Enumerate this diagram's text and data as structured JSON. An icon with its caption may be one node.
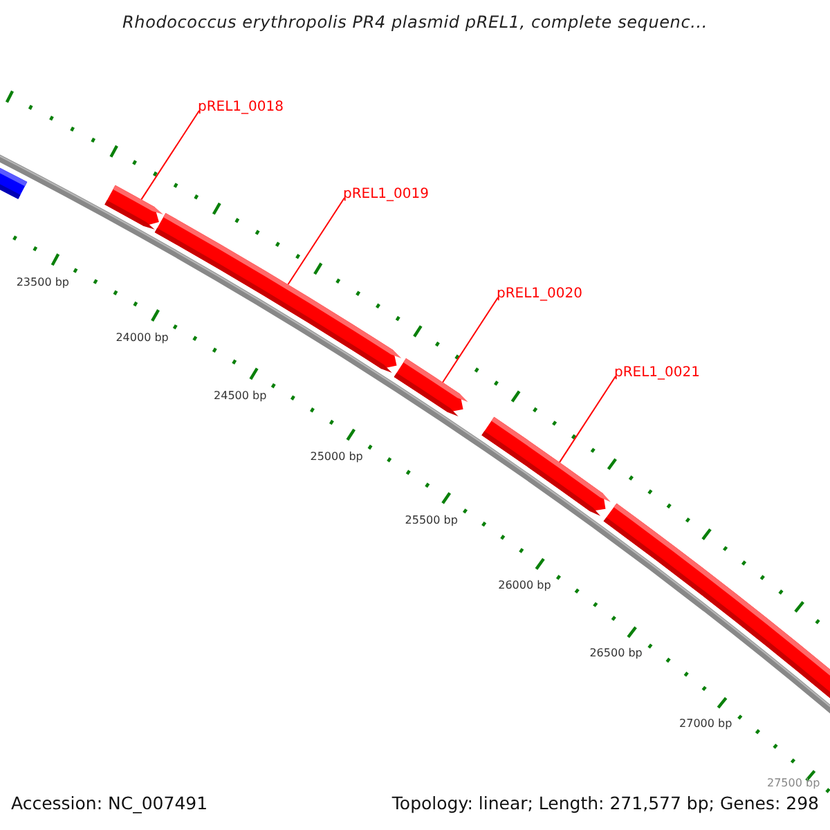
{
  "diagram": {
    "title": "Rhodococcus erythropolis PR4 plasmid pREL1, complete sequenc...",
    "nodes": [
      {
        "text": [],
        "shape": "arrow"
      },
      {
        "text": [],
        "shape": "arrow"
      },
      {
        "text": [],
        "shape": "arrow"
      },
      {
        "text": [],
        "shape": "arrow"
      },
      {
        "text": [],
        "shape": "arrow"
      },
      {
        "text": [],
        "shape": "arrow"
      },
      {
        "text": [
          "pREL1_0018"
        ]
      },
      {
        "text": [
          "pREL1_0019"
        ]
      },
      {
        "text": [
          "pREL1_0020"
        ]
      },
      {
        "text": [
          "pREL1_0021"
        ]
      }
    ],
    "edges": [
      {
        "from": 6,
        "to": 1,
        "arrow": "none"
      },
      {
        "from": 7,
        "to": 2,
        "arrow": "none"
      },
      {
        "from": 8,
        "to": 3,
        "arrow": "none"
      },
      {
        "from": 9,
        "to": 4,
        "arrow": "none"
      }
    ],
    "labels": [
      "23500 bp",
      "24000 bp",
      "24500 bp",
      "25000 bp",
      "25500 bp",
      "26000 bp",
      "26500 bp",
      "27000 bp",
      "27500 bp",
      "Accession: NC_007491",
      "Topology: linear; Length: 271,577 bp; Genes: 298"
    ]
  }
}
